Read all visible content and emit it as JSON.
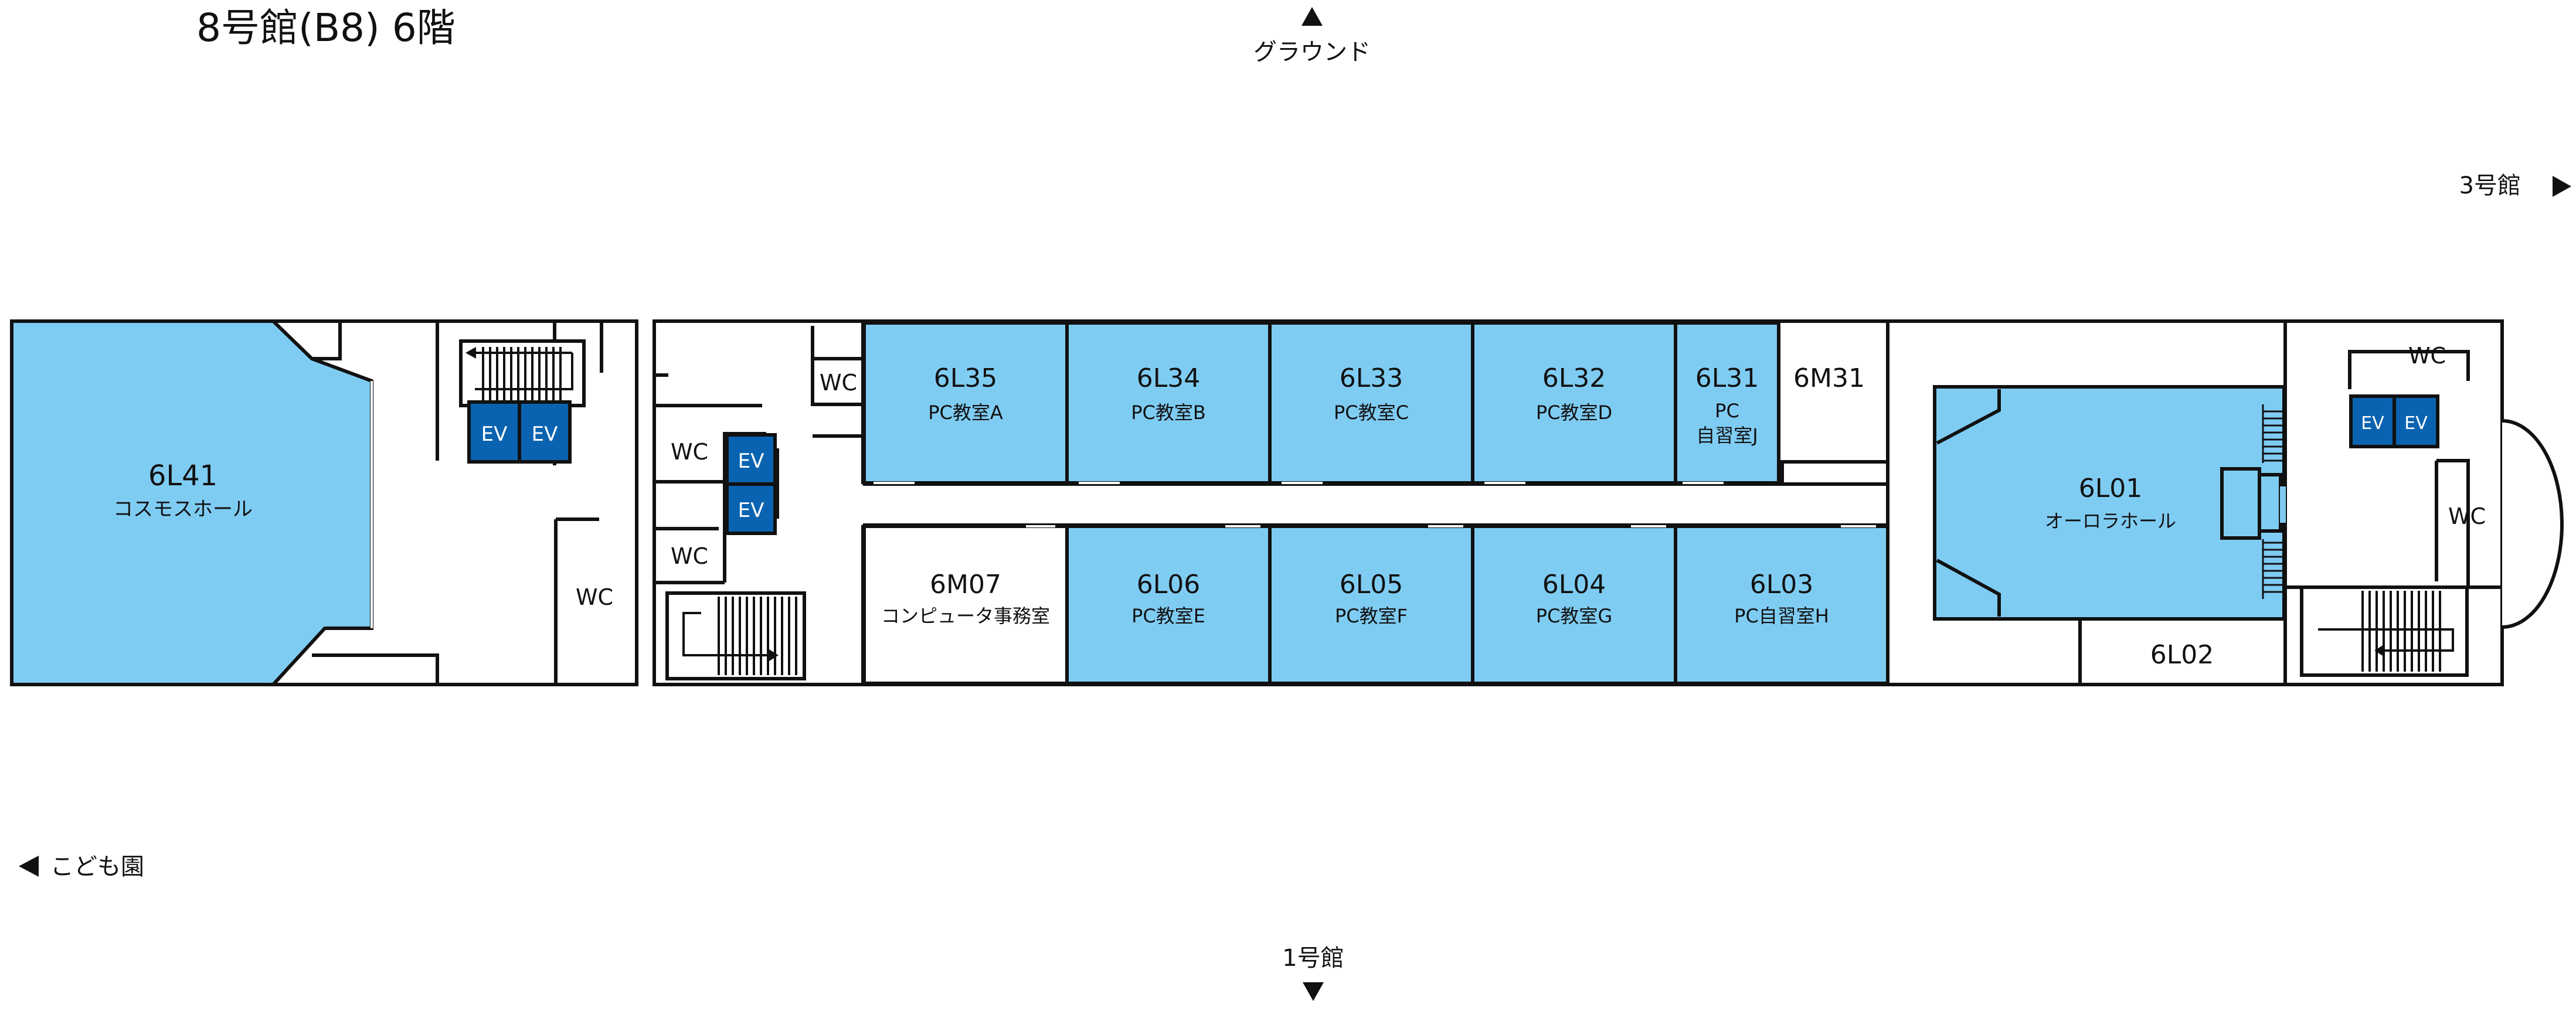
{
  "title": "8号館(B8) 6階",
  "directions": {
    "north": "グラウンド",
    "east": "3号館",
    "west": "こども園",
    "south": "1号館"
  },
  "colors": {
    "room_fill": "#7fccf3",
    "ev_fill": "#0a63b0",
    "wall": "#111111",
    "background": "#ffffff"
  },
  "rooms": {
    "r6L41": {
      "code": "6L41",
      "name": "コスモスホール"
    },
    "r6L35": {
      "code": "6L35",
      "name": "PC教室A"
    },
    "r6L34": {
      "code": "6L34",
      "name": "PC教室B"
    },
    "r6L33": {
      "code": "6L33",
      "name": "PC教室C"
    },
    "r6L32": {
      "code": "6L32",
      "name": "PC教室D"
    },
    "r6L31": {
      "code": "6L31",
      "name_line1": "PC",
      "name_line2": "自習室J"
    },
    "r6M31": {
      "code": "6M31"
    },
    "r6M07": {
      "code": "6M07",
      "name": "コンピュータ事務室"
    },
    "r6L06": {
      "code": "6L06",
      "name": "PC教室E"
    },
    "r6L05": {
      "code": "6L05",
      "name": "PC教室F"
    },
    "r6L04": {
      "code": "6L04",
      "name": "PC教室G"
    },
    "r6L03": {
      "code": "6L03",
      "name": "PC自習室H"
    },
    "r6L01": {
      "code": "6L01",
      "name": "オーロラホール"
    },
    "r6L02": {
      "code": "6L02"
    }
  },
  "facilities": {
    "wc": "WC",
    "ev": "EV"
  }
}
